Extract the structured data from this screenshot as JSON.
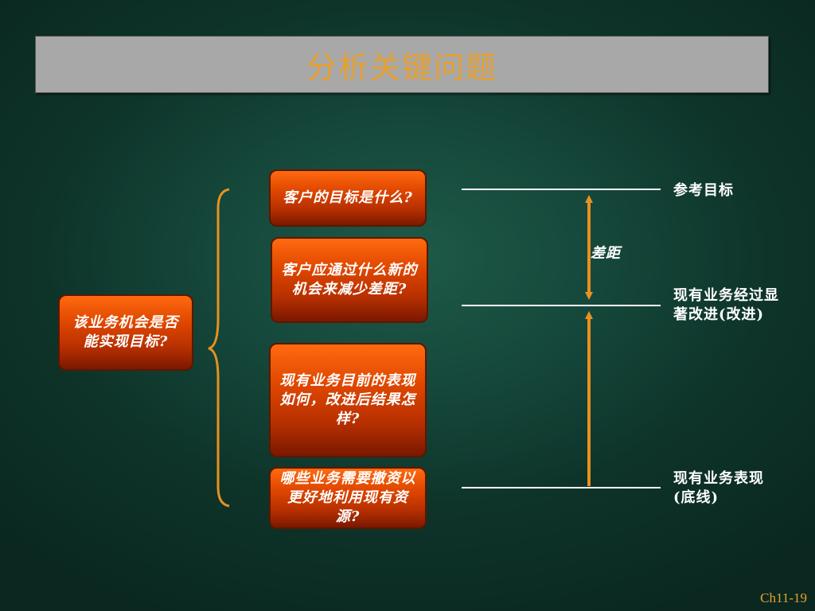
{
  "title": "分析关键问题",
  "main_question": "该业务机会是否能实现目标?",
  "questions": [
    "客户的目标是什么?",
    "客户应通过什么新的机会来减少差距?",
    "现有业务目前的表现如何，改进后结果怎样?",
    "哪些业务需要撤资以更好地利用现有资源?"
  ],
  "levels": {
    "reference": "参考目标",
    "improved": "现有业务经过显著改进(改进)",
    "baseline": "现有业务表现(底线)"
  },
  "gap_label": "差距",
  "slide_number": "Ch11-19",
  "colors": {
    "background": "#15473a",
    "box": "#e04800",
    "accent": "#e8a030",
    "arrow": "#e89020"
  }
}
